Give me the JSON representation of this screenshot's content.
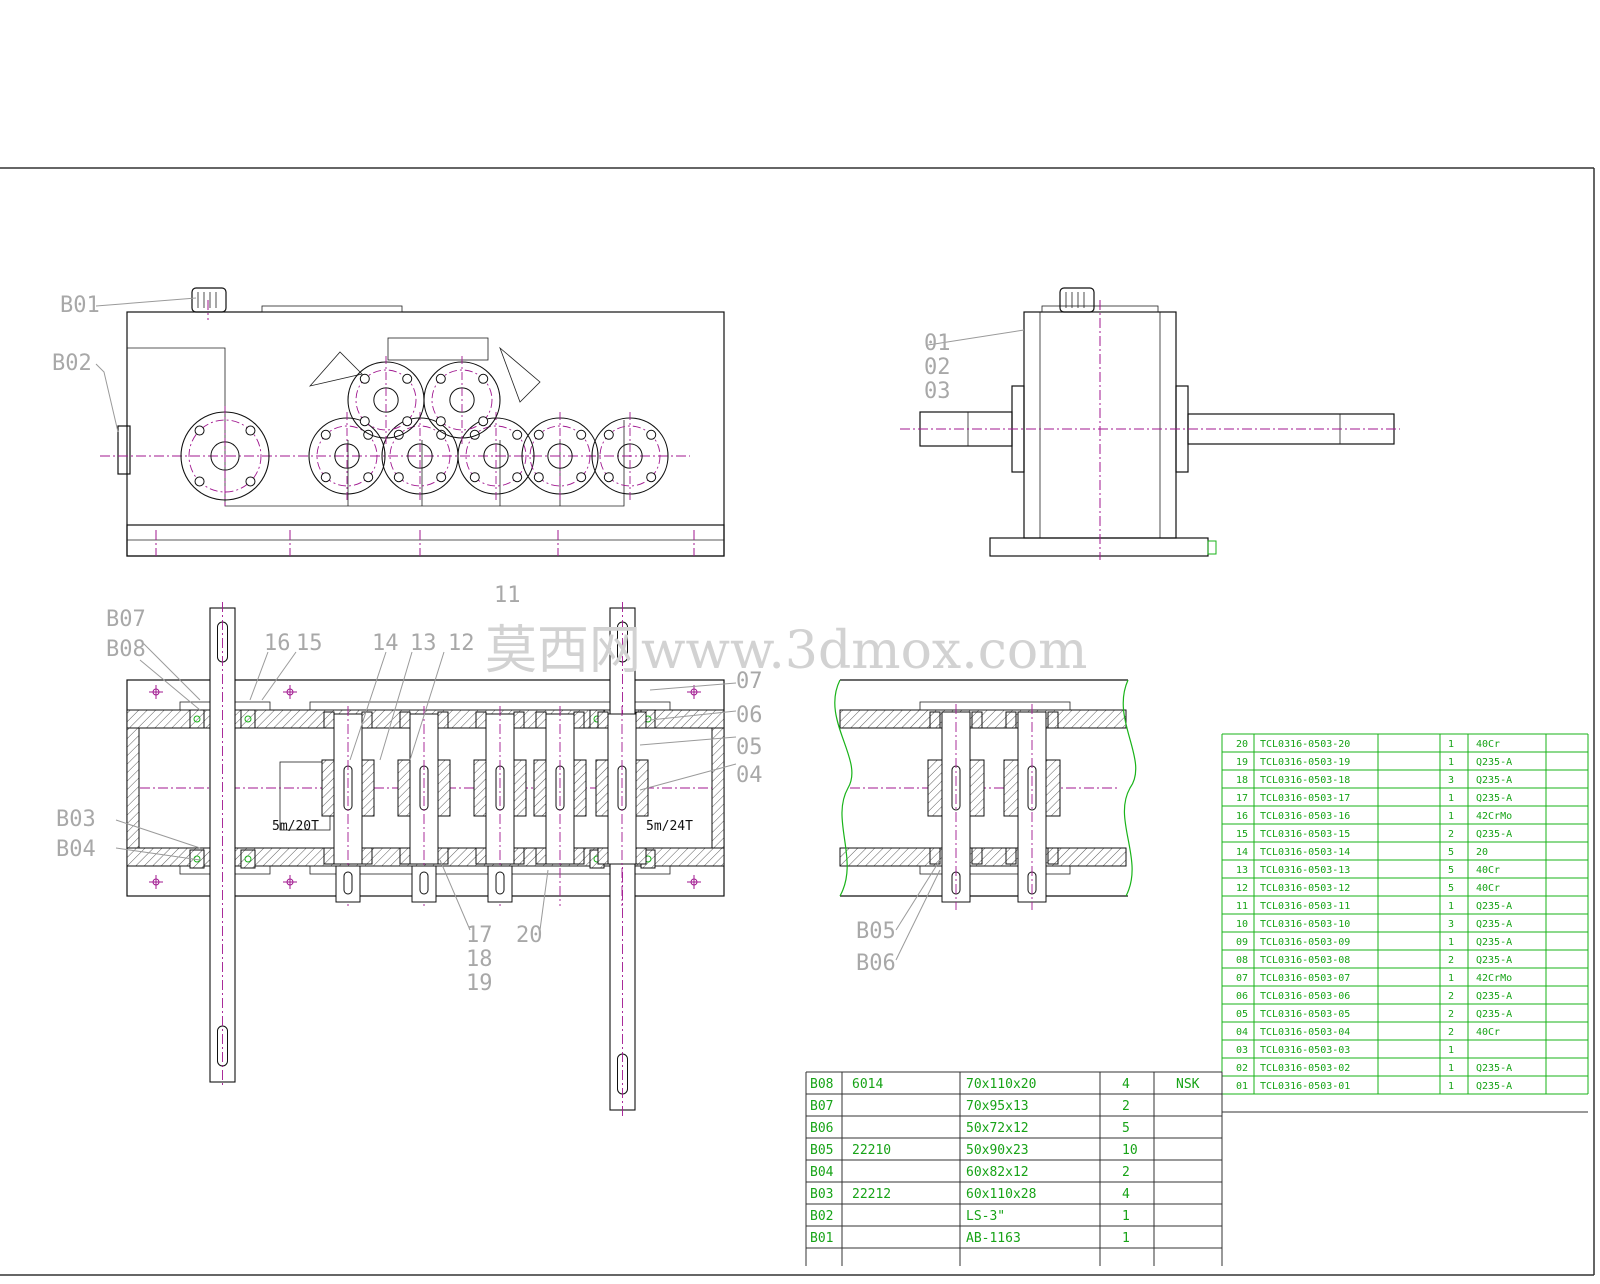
{
  "labels": {
    "b01": "B01",
    "b02": "B02",
    "b03": "B03",
    "b04": "B04",
    "b05": "B05",
    "b06": "B06",
    "b07": "B07",
    "b08": "B08",
    "p01": "01",
    "p02": "02",
    "p03": "03",
    "p04": "04",
    "p05": "05",
    "p06": "06",
    "p07": "07",
    "p11": "11",
    "p12": "12",
    "p13": "13",
    "p14": "14",
    "p15": "15",
    "p16": "16",
    "p17": "17",
    "p18": "18",
    "p19": "19",
    "p20": "20"
  },
  "gear_notes": {
    "left": "5m/20T",
    "right": "5m/24T"
  },
  "watermark": "莫西网www.3dmox.com",
  "parts_list": [
    {
      "no": "20",
      "code": "TCL0316-0503-20",
      "qty": "1",
      "material": "40Cr"
    },
    {
      "no": "19",
      "code": "TCL0316-0503-19",
      "qty": "1",
      "material": "Q235-A"
    },
    {
      "no": "18",
      "code": "TCL0316-0503-18",
      "qty": "3",
      "material": "Q235-A"
    },
    {
      "no": "17",
      "code": "TCL0316-0503-17",
      "qty": "1",
      "material": "Q235-A"
    },
    {
      "no": "16",
      "code": "TCL0316-0503-16",
      "qty": "1",
      "material": "42CrMo"
    },
    {
      "no": "15",
      "code": "TCL0316-0503-15",
      "qty": "2",
      "material": "Q235-A"
    },
    {
      "no": "14",
      "code": "TCL0316-0503-14",
      "qty": "5",
      "material": "20"
    },
    {
      "no": "13",
      "code": "TCL0316-0503-13",
      "qty": "5",
      "material": "40Cr"
    },
    {
      "no": "12",
      "code": "TCL0316-0503-12",
      "qty": "5",
      "material": "40Cr"
    },
    {
      "no": "11",
      "code": "TCL0316-0503-11",
      "qty": "1",
      "material": "Q235-A"
    },
    {
      "no": "10",
      "code": "TCL0316-0503-10",
      "qty": "3",
      "material": "Q235-A"
    },
    {
      "no": "09",
      "code": "TCL0316-0503-09",
      "qty": "1",
      "material": "Q235-A"
    },
    {
      "no": "08",
      "code": "TCL0316-0503-08",
      "qty": "2",
      "material": "Q235-A"
    },
    {
      "no": "07",
      "code": "TCL0316-0503-07",
      "qty": "1",
      "material": "42CrMo"
    },
    {
      "no": "06",
      "code": "TCL0316-0503-06",
      "qty": "2",
      "material": "Q235-A"
    },
    {
      "no": "05",
      "code": "TCL0316-0503-05",
      "qty": "2",
      "material": "Q235-A"
    },
    {
      "no": "04",
      "code": "TCL0316-0503-04",
      "qty": "2",
      "material": "40Cr"
    },
    {
      "no": "03",
      "code": "TCL0316-0503-03",
      "qty": "1",
      "material": ""
    },
    {
      "no": "02",
      "code": "TCL0316-0503-02",
      "qty": "1",
      "material": "Q235-A"
    },
    {
      "no": "01",
      "code": "TCL0316-0503-01",
      "qty": "1",
      "material": "Q235-A"
    }
  ],
  "std_parts": [
    {
      "no": "B08",
      "spec": "6014",
      "size": "70x110x20",
      "qty": "4",
      "brand": "NSK"
    },
    {
      "no": "B07",
      "spec": "",
      "size": "70x95x13",
      "qty": "2",
      "brand": ""
    },
    {
      "no": "B06",
      "spec": "",
      "size": "50x72x12",
      "qty": "5",
      "brand": ""
    },
    {
      "no": "B05",
      "spec": "22210",
      "size": "50x90x23",
      "qty": "10",
      "brand": ""
    },
    {
      "no": "B04",
      "spec": "",
      "size": "60x82x12",
      "qty": "2",
      "brand": ""
    },
    {
      "no": "B03",
      "spec": "22212",
      "size": "60x110x28",
      "qty": "4",
      "brand": ""
    },
    {
      "no": "B02",
      "spec": "",
      "size": "LS-3\"",
      "qty": "1",
      "brand": ""
    },
    {
      "no": "B01",
      "spec": "",
      "size": "AB-1163",
      "qty": "1",
      "brand": ""
    }
  ]
}
